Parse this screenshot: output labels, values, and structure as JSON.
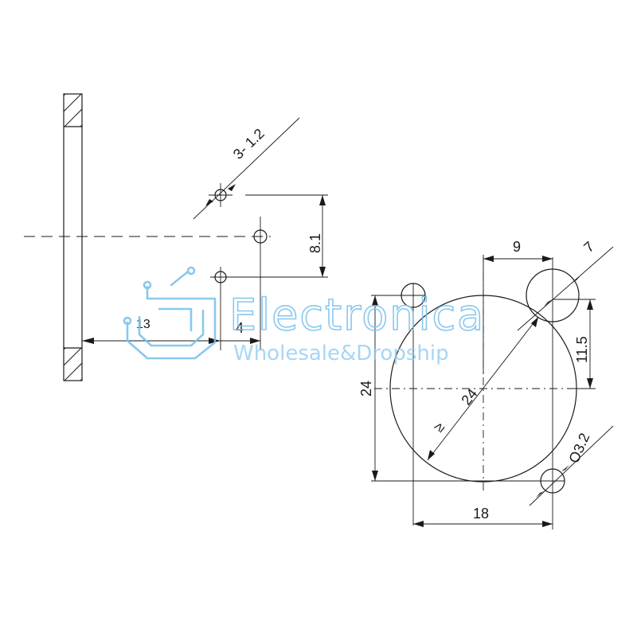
{
  "side_view": {
    "hole_spec": "3- 1.2",
    "dim_vertical": "8.1",
    "dim_depth": "13",
    "dim_offset": "4"
  },
  "front_view": {
    "dim_top": "9",
    "dim_corner_hole": "7",
    "dim_right_vertical": "11.5",
    "dim_left_vertical": "24",
    "dim_bore": "24",
    "dim_bore_prefix": "≥",
    "dim_mount_hole": "Ο3.2",
    "dim_bottom": "18"
  },
  "watermark": {
    "title": "Electronica",
    "subtitle": "Wholesale&Dropship",
    "icon": "circuit-logo-icon",
    "color": "#7ec3ec"
  }
}
